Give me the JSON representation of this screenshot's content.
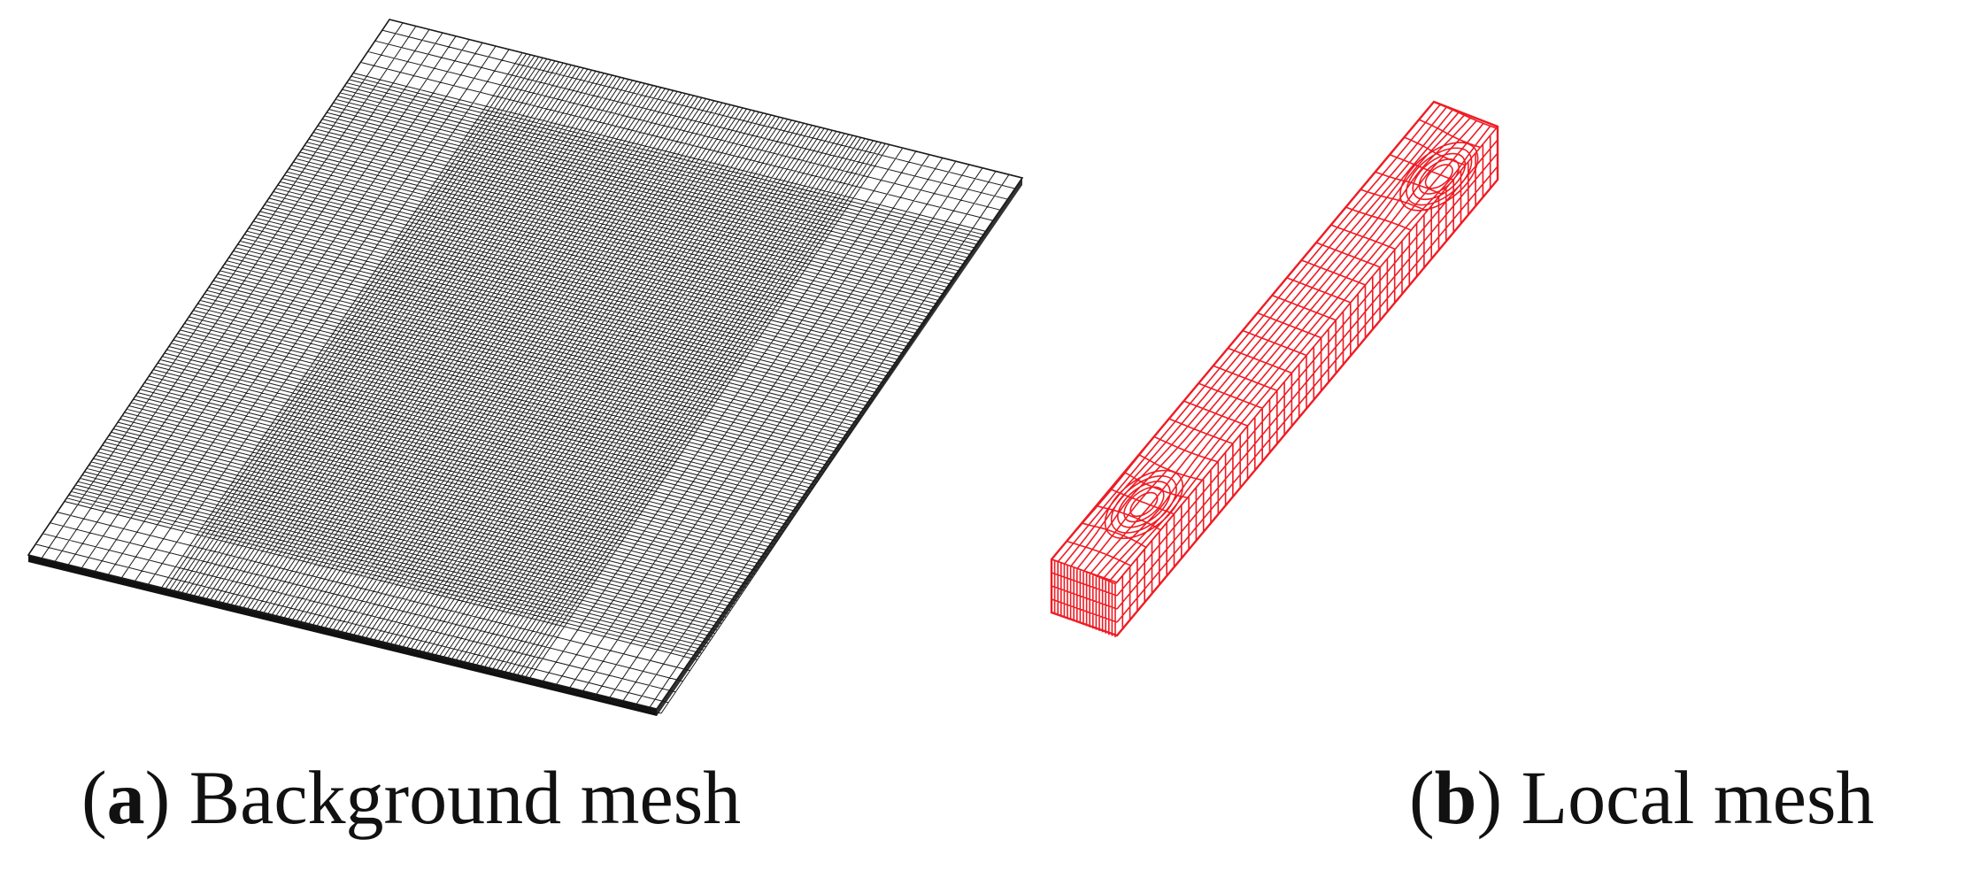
{
  "figure": {
    "panel_a": {
      "letter": "a",
      "caption": "Background mesh"
    },
    "panel_b": {
      "letter": "b",
      "caption": "Local mesh"
    }
  },
  "colors": {
    "background_mesh_lines": "#1a1a1a",
    "background_mesh_fill": "#ffffff",
    "local_mesh_lines": "#ee1c24"
  }
}
